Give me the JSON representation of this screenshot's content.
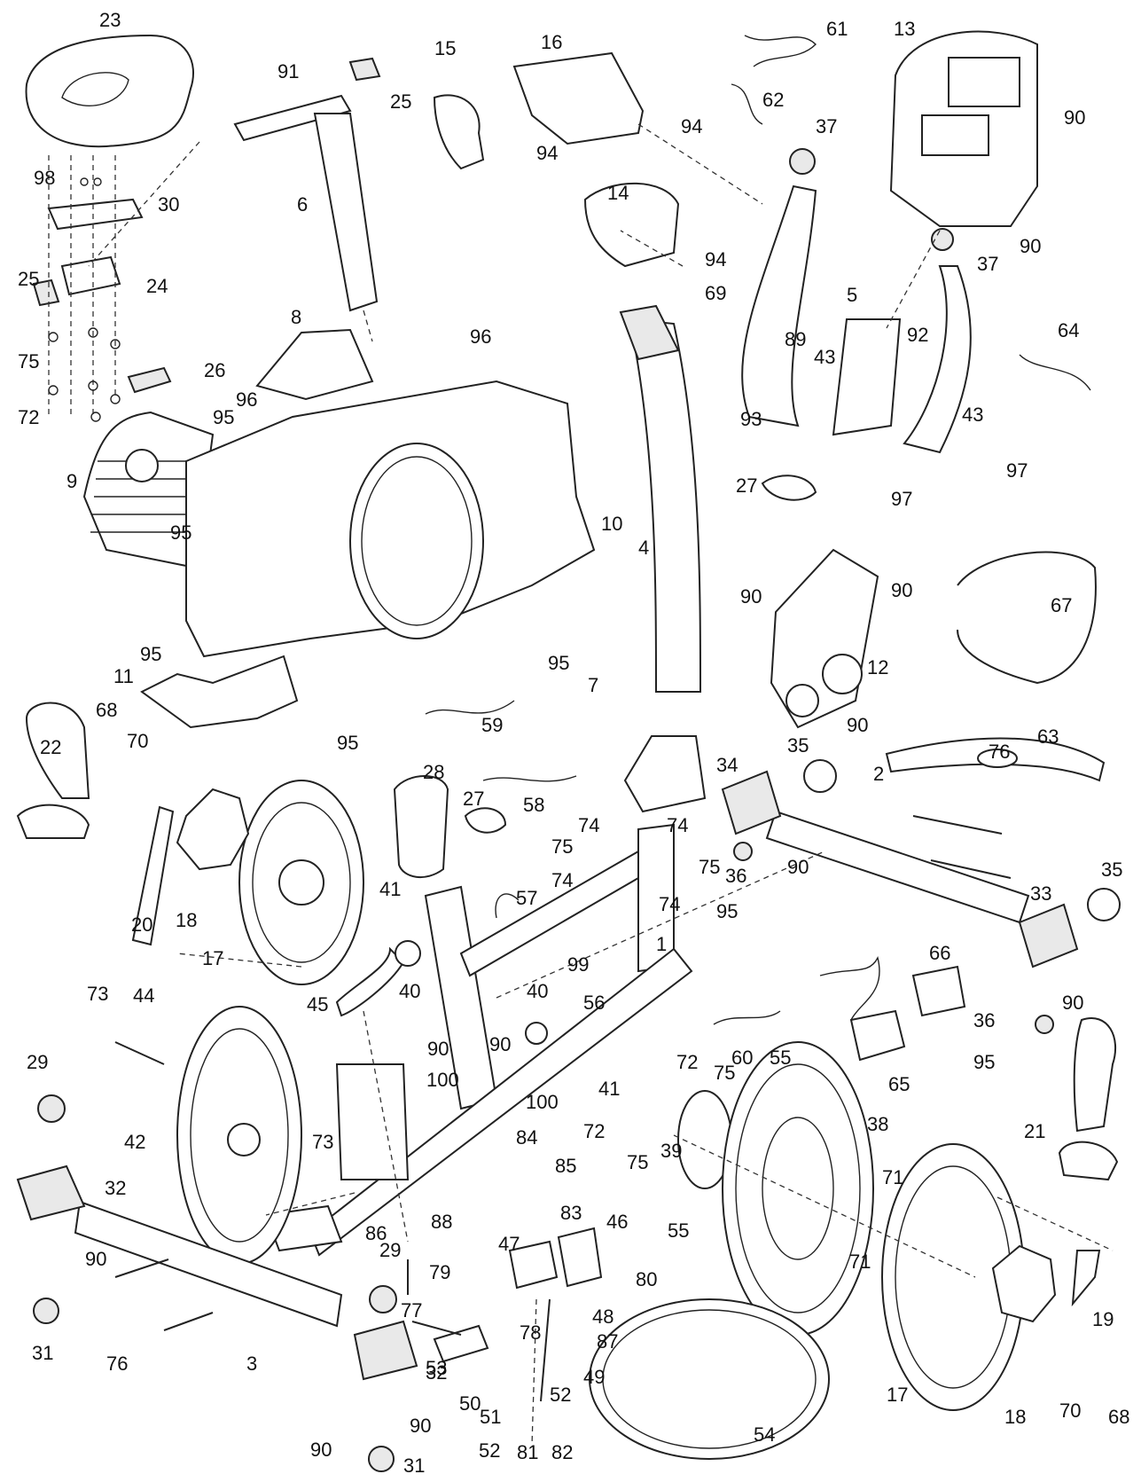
{
  "diagram": {
    "style": {
      "line_color": "#222222",
      "background": "#ffffff"
    },
    "callouts": [
      {
        "id": "c23",
        "label": "23"
      },
      {
        "id": "c91",
        "label": "91"
      },
      {
        "id": "c25a",
        "label": "25"
      },
      {
        "id": "c98",
        "label": "98"
      },
      {
        "id": "c30",
        "label": "30"
      },
      {
        "id": "c6",
        "label": "6"
      },
      {
        "id": "c25b",
        "label": "25"
      },
      {
        "id": "c24",
        "label": "24"
      },
      {
        "id": "c75a",
        "label": "75"
      },
      {
        "id": "c26",
        "label": "26"
      },
      {
        "id": "c72a",
        "label": "72"
      },
      {
        "id": "c15",
        "label": "15"
      },
      {
        "id": "c16",
        "label": "16"
      },
      {
        "id": "c94a",
        "label": "94"
      },
      {
        "id": "c94b",
        "label": "94"
      },
      {
        "id": "c14",
        "label": "14"
      },
      {
        "id": "c94c",
        "label": "94"
      },
      {
        "id": "c61",
        "label": "61"
      },
      {
        "id": "c62",
        "label": "62"
      },
      {
        "id": "c13",
        "label": "13"
      },
      {
        "id": "c90a",
        "label": "90"
      },
      {
        "id": "c90b",
        "label": "90"
      },
      {
        "id": "c37a",
        "label": "37"
      },
      {
        "id": "c37b",
        "label": "37"
      },
      {
        "id": "c69",
        "label": "69"
      },
      {
        "id": "c5",
        "label": "5"
      },
      {
        "id": "c64",
        "label": "64"
      },
      {
        "id": "c89",
        "label": "89"
      },
      {
        "id": "c43a",
        "label": "43"
      },
      {
        "id": "c92",
        "label": "92"
      },
      {
        "id": "c93",
        "label": "93"
      },
      {
        "id": "c43b",
        "label": "43"
      },
      {
        "id": "c97a",
        "label": "97"
      },
      {
        "id": "c97b",
        "label": "97"
      },
      {
        "id": "c27a",
        "label": "27"
      },
      {
        "id": "c8",
        "label": "8"
      },
      {
        "id": "c96a",
        "label": "96"
      },
      {
        "id": "c96b",
        "label": "96"
      },
      {
        "id": "c95a",
        "label": "95"
      },
      {
        "id": "c9",
        "label": "9"
      },
      {
        "id": "c95b",
        "label": "95"
      },
      {
        "id": "c10",
        "label": "10"
      },
      {
        "id": "c4",
        "label": "4"
      },
      {
        "id": "c90c",
        "label": "90"
      },
      {
        "id": "c90d",
        "label": "90"
      },
      {
        "id": "c67",
        "label": "67"
      },
      {
        "id": "c12",
        "label": "12"
      },
      {
        "id": "c90e",
        "label": "90"
      },
      {
        "id": "c95c",
        "label": "95"
      },
      {
        "id": "c95d",
        "label": "95"
      },
      {
        "id": "c11",
        "label": "11"
      },
      {
        "id": "c59",
        "label": "59"
      },
      {
        "id": "c7",
        "label": "7"
      },
      {
        "id": "c63",
        "label": "63"
      },
      {
        "id": "c95e",
        "label": "95"
      },
      {
        "id": "c22",
        "label": "22"
      },
      {
        "id": "c68a",
        "label": "68"
      },
      {
        "id": "c70a",
        "label": "70"
      },
      {
        "id": "c28",
        "label": "28"
      },
      {
        "id": "c58",
        "label": "58"
      },
      {
        "id": "c34",
        "label": "34"
      },
      {
        "id": "c35a",
        "label": "35"
      },
      {
        "id": "c2",
        "label": "2"
      },
      {
        "id": "c76a",
        "label": "76"
      },
      {
        "id": "c74a",
        "label": "74"
      },
      {
        "id": "c74b",
        "label": "74"
      },
      {
        "id": "c75b",
        "label": "75"
      },
      {
        "id": "c75c",
        "label": "75"
      },
      {
        "id": "c74c",
        "label": "74"
      },
      {
        "id": "c74d",
        "label": "74"
      },
      {
        "id": "c27b",
        "label": "27"
      },
      {
        "id": "c36a",
        "label": "36"
      },
      {
        "id": "c90f",
        "label": "90"
      },
      {
        "id": "c95f",
        "label": "95"
      },
      {
        "id": "c35b",
        "label": "35"
      },
      {
        "id": "c18a",
        "label": "18"
      },
      {
        "id": "c20",
        "label": "20"
      },
      {
        "id": "c57",
        "label": "57"
      },
      {
        "id": "c41a",
        "label": "41"
      },
      {
        "id": "c17a",
        "label": "17"
      },
      {
        "id": "c1",
        "label": "1"
      },
      {
        "id": "c33",
        "label": "33"
      },
      {
        "id": "c66",
        "label": "66"
      },
      {
        "id": "c40a",
        "label": "40"
      },
      {
        "id": "c99",
        "label": "99"
      },
      {
        "id": "c56",
        "label": "56"
      },
      {
        "id": "c40b",
        "label": "40"
      },
      {
        "id": "c73a",
        "label": "73"
      },
      {
        "id": "c44",
        "label": "44"
      },
      {
        "id": "c45",
        "label": "45"
      },
      {
        "id": "c90g",
        "label": "90"
      },
      {
        "id": "c90h",
        "label": "90"
      },
      {
        "id": "c100a",
        "label": "100"
      },
      {
        "id": "c60",
        "label": "60"
      },
      {
        "id": "c36b",
        "label": "36"
      },
      {
        "id": "c90i",
        "label": "90"
      },
      {
        "id": "c95g",
        "label": "95"
      },
      {
        "id": "c65",
        "label": "65"
      },
      {
        "id": "c29a",
        "label": "29"
      },
      {
        "id": "c55a",
        "label": "55"
      },
      {
        "id": "c72b",
        "label": "72"
      },
      {
        "id": "c75d",
        "label": "75"
      },
      {
        "id": "c41b",
        "label": "41"
      },
      {
        "id": "c100b",
        "label": "100"
      },
      {
        "id": "c42",
        "label": "42"
      },
      {
        "id": "c73b",
        "label": "73"
      },
      {
        "id": "c72c",
        "label": "72"
      },
      {
        "id": "c75e",
        "label": "75"
      },
      {
        "id": "c38",
        "label": "38"
      },
      {
        "id": "c84",
        "label": "84"
      },
      {
        "id": "c85",
        "label": "85"
      },
      {
        "id": "c39",
        "label": "39"
      },
      {
        "id": "c21",
        "label": "21"
      },
      {
        "id": "c32a",
        "label": "32"
      },
      {
        "id": "c71a",
        "label": "71"
      },
      {
        "id": "c83",
        "label": "83"
      },
      {
        "id": "c46",
        "label": "46"
      },
      {
        "id": "c88",
        "label": "88"
      },
      {
        "id": "c86",
        "label": "86"
      },
      {
        "id": "c55b",
        "label": "55"
      },
      {
        "id": "c90j",
        "label": "90"
      },
      {
        "id": "c47",
        "label": "47"
      },
      {
        "id": "c71b",
        "label": "71"
      },
      {
        "id": "c79",
        "label": "79"
      },
      {
        "id": "c80",
        "label": "80"
      },
      {
        "id": "c31a",
        "label": "31"
      },
      {
        "id": "c29b",
        "label": "29"
      },
      {
        "id": "c76b",
        "label": "76"
      },
      {
        "id": "c77",
        "label": "77"
      },
      {
        "id": "c48",
        "label": "48"
      },
      {
        "id": "c87",
        "label": "87"
      },
      {
        "id": "c19",
        "label": "19"
      },
      {
        "id": "c3",
        "label": "3"
      },
      {
        "id": "c53",
        "label": "53"
      },
      {
        "id": "c78",
        "label": "78"
      },
      {
        "id": "c49",
        "label": "49"
      },
      {
        "id": "c50",
        "label": "50"
      },
      {
        "id": "c32b",
        "label": "32"
      },
      {
        "id": "c52a",
        "label": "52"
      },
      {
        "id": "c17b",
        "label": "17"
      },
      {
        "id": "c18b",
        "label": "18"
      },
      {
        "id": "c70b",
        "label": "70"
      },
      {
        "id": "c68b",
        "label": "68"
      },
      {
        "id": "c51",
        "label": "51"
      },
      {
        "id": "c54",
        "label": "54"
      },
      {
        "id": "c90k",
        "label": "90"
      },
      {
        "id": "c90l",
        "label": "90"
      },
      {
        "id": "c52b",
        "label": "52"
      },
      {
        "id": "c81",
        "label": "81"
      },
      {
        "id": "c82",
        "label": "82"
      },
      {
        "id": "c31b",
        "label": "31"
      }
    ]
  }
}
